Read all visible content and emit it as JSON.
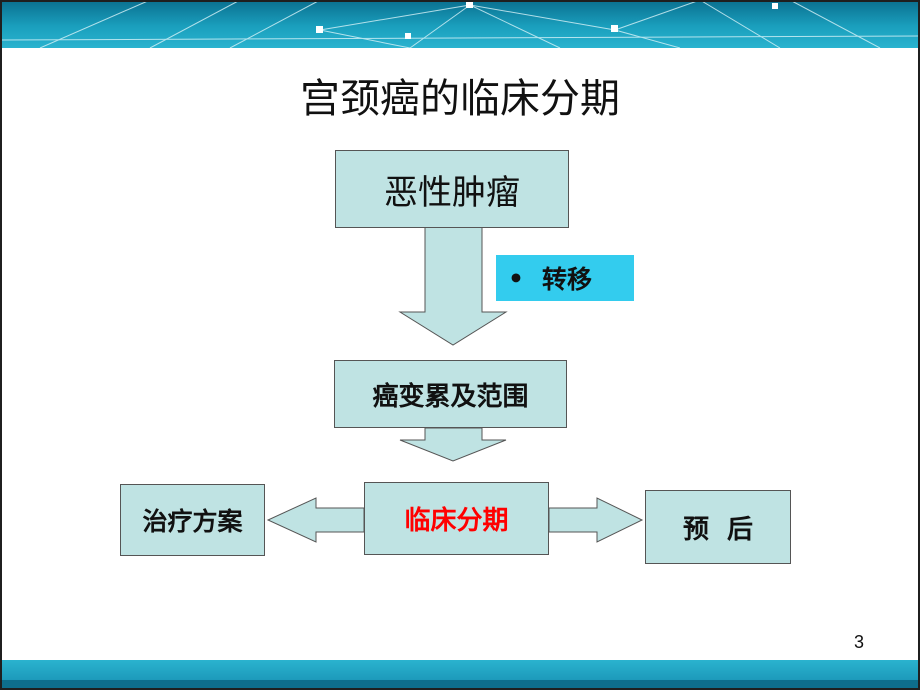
{
  "slide": {
    "title": "宫颈癌的临床分期",
    "page_number": "3"
  },
  "nodes": {
    "malignant": "恶性肿瘤",
    "metastasis_note": "转移",
    "extent": "癌变累及范围",
    "staging": "临床分期",
    "treatment": "治疗方案",
    "prognosis": "预  后"
  },
  "colors": {
    "box_fill": "#bfe3e3",
    "note_fill": "#33ccee",
    "staging_text": "#ff0000",
    "band": "#1a9fbd"
  }
}
